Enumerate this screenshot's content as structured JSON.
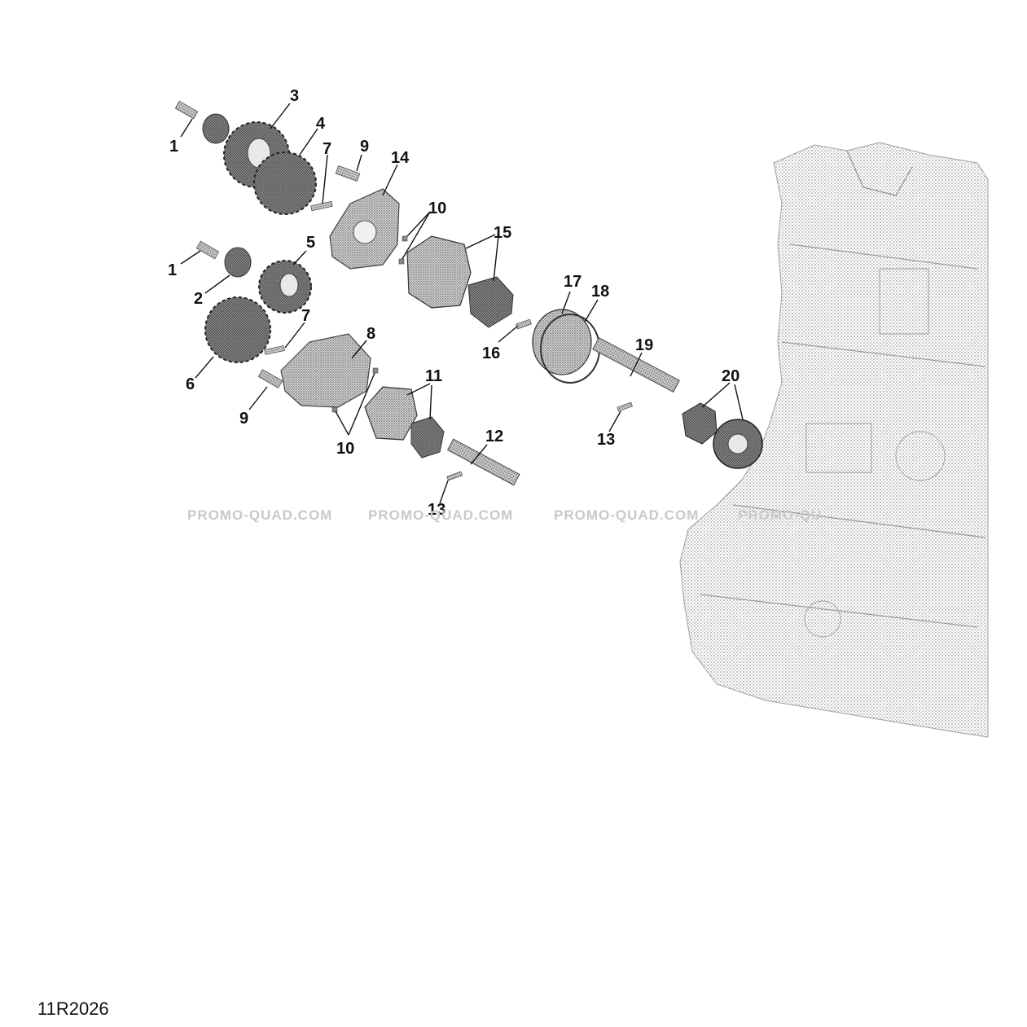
{
  "drawing_code": "11R2026",
  "watermark": "PROMO-QUAD.COM",
  "watermark_partial": "PROMO-QU",
  "colors": {
    "part_dark": "#3a3a3a",
    "part_mid": "#6b6b6b",
    "engine_gray": "#b8b8b8",
    "text": "#111111"
  },
  "callouts": [
    "1",
    "1",
    "2",
    "3",
    "4",
    "5",
    "6",
    "7",
    "7",
    "8",
    "9",
    "9",
    "10",
    "10",
    "11",
    "12",
    "13",
    "13",
    "14",
    "15",
    "16",
    "17",
    "18",
    "19",
    "20"
  ]
}
